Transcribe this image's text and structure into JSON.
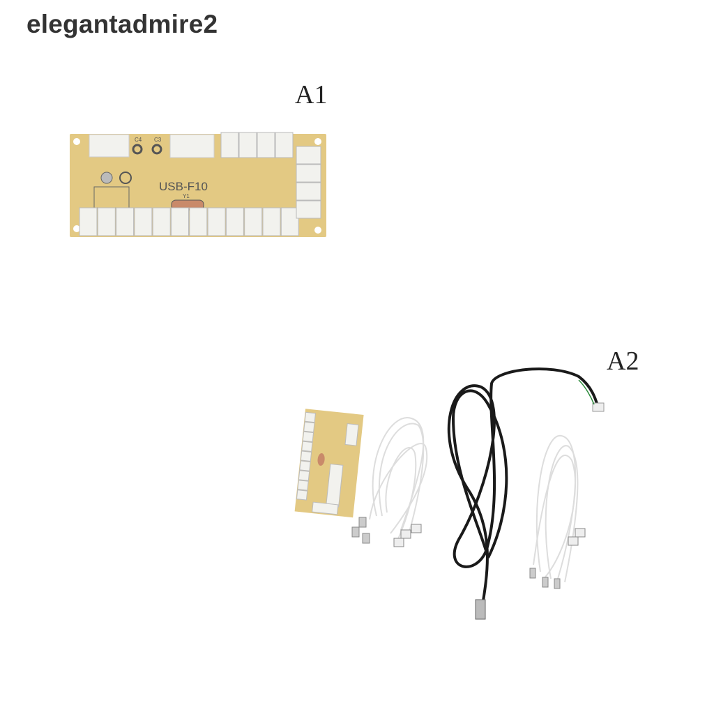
{
  "watermark": "elegantadmire2",
  "labels": {
    "a1": "A1",
    "a2": "A2"
  },
  "board": {
    "model": "USB-F10",
    "silk_c4": "C4",
    "silk_c3": "C3",
    "silk_y1": "Y1"
  },
  "colors": {
    "pcb": "#e3c983",
    "connector": "#f2f2ee",
    "cable": "#1a1a1a",
    "wire": "#f4f4f4"
  }
}
